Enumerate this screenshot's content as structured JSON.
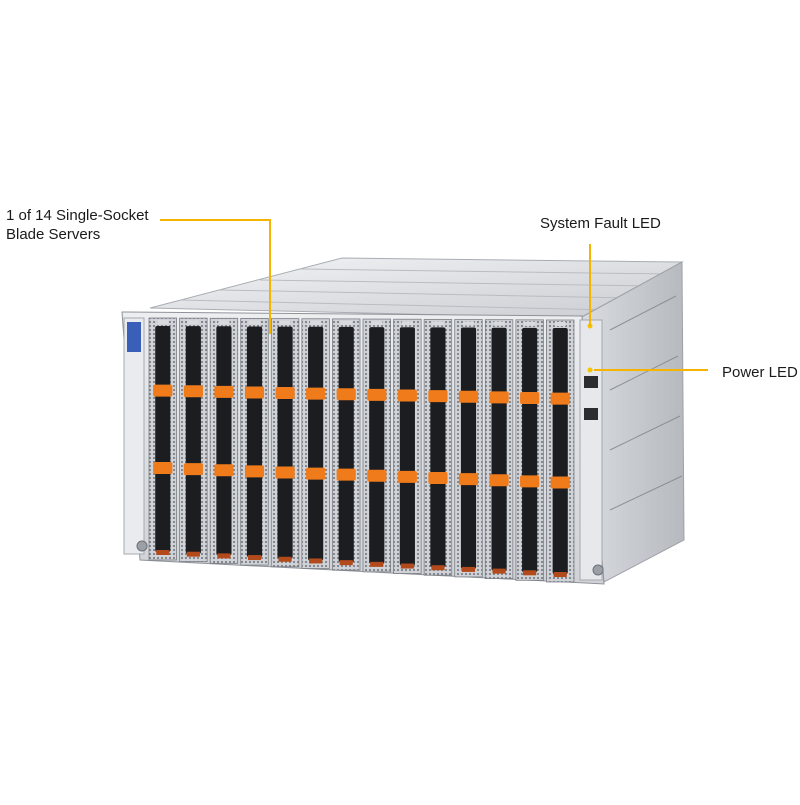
{
  "callouts": {
    "blade": {
      "line1": "1 of 14 Single-Socket",
      "line2": "Blade Servers"
    },
    "fault": {
      "text": "System Fault LED"
    },
    "power": {
      "text": "Power LED"
    }
  },
  "enclosure": {
    "blade_count": 14
  },
  "colors": {
    "callout_line": "#f5b400",
    "blade_latch": "#f07b1a",
    "chassis_light": "#e4e6e9",
    "chassis_dark": "#9ea2a8",
    "blade_dark": "#1b1d21"
  }
}
